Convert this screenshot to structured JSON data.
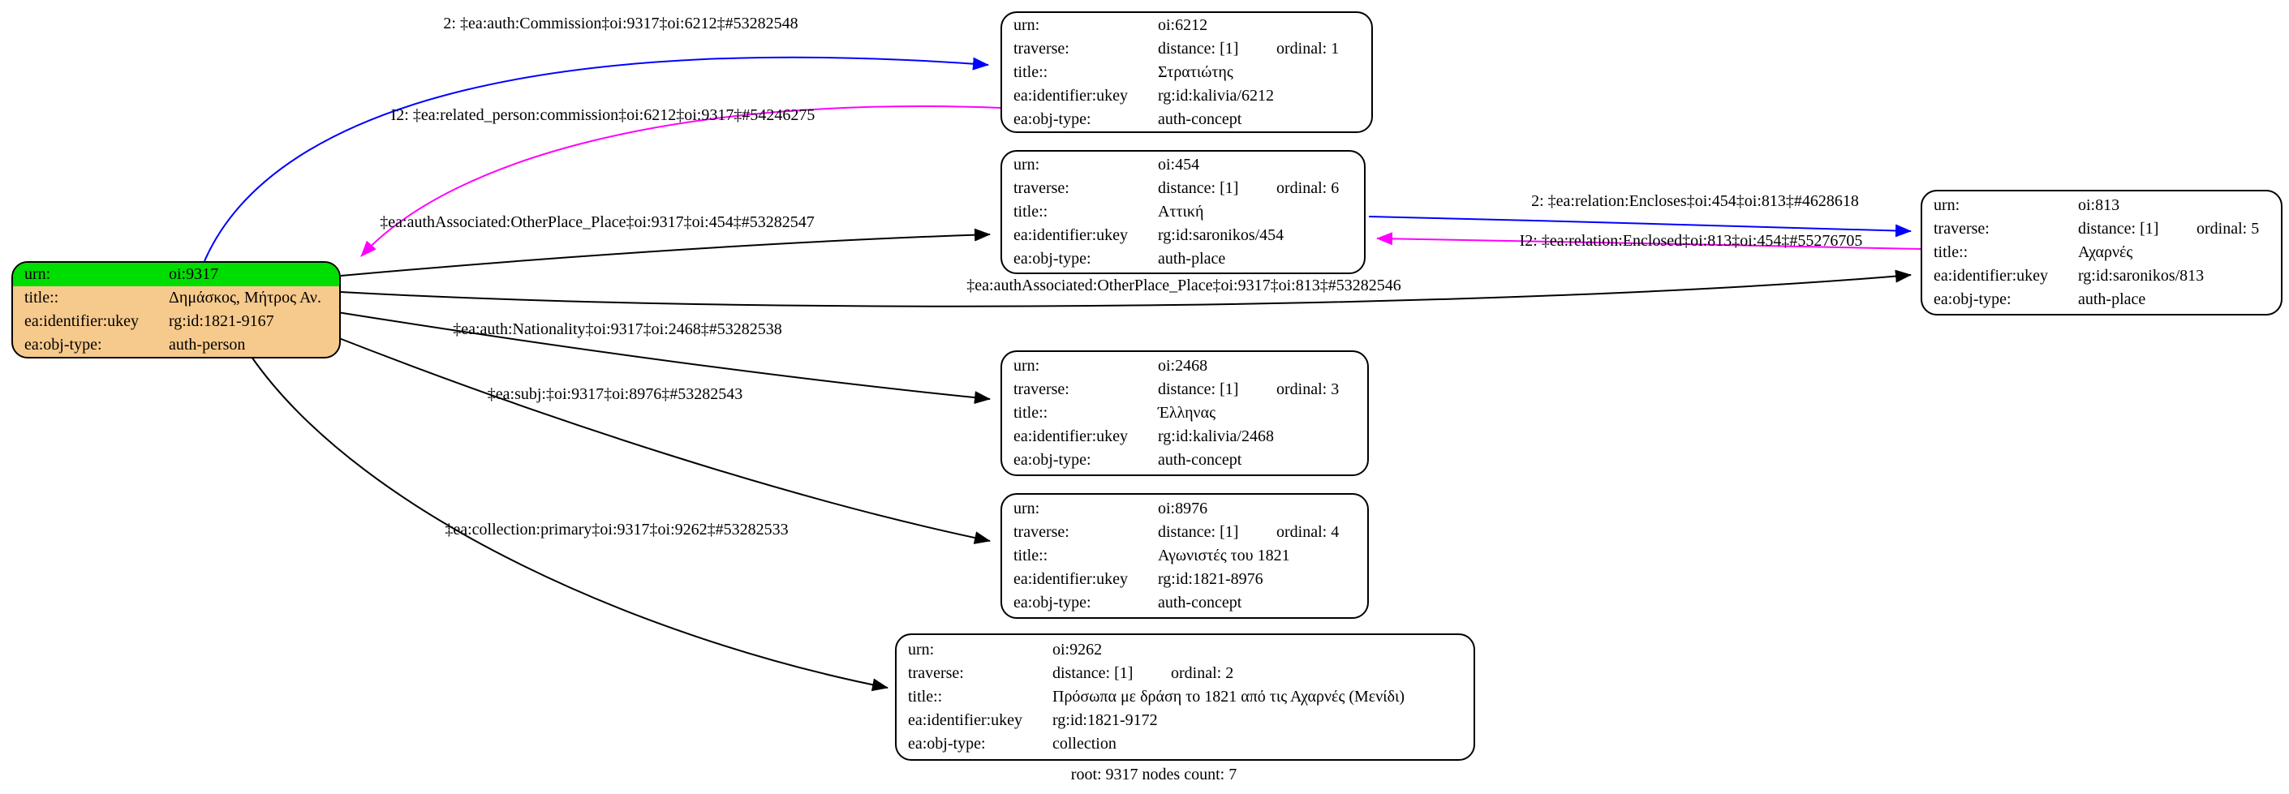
{
  "footer": "root: 9317 nodes count: 7",
  "colors": {
    "edge_forward": "#0000ff",
    "edge_inverse": "#ff00ff",
    "edge_plain": "#000000",
    "root_node_fill": "#f6ca8c",
    "root_urn_highlight": "#00dd00",
    "node_fill": "#ffffff",
    "node_border": "#000000"
  },
  "labels": {
    "urn": "urn:",
    "traverse": "traverse:",
    "title": "title::",
    "identifier": "ea:identifier:ukey",
    "objtype": "ea:obj-type:"
  },
  "root": {
    "urn": "oi:9317",
    "title": "Δημάσκος, Μήτρος Αν.",
    "identifier": "rg:id:1821-9167",
    "objtype": "auth-person"
  },
  "nodes": [
    {
      "urn": "oi:6212",
      "distance": "distance: [1]",
      "ordinal": "ordinal: 1",
      "title": "Στρατιώτης",
      "identifier": "rg:id:kalivia/6212",
      "objtype": "auth-concept"
    },
    {
      "urn": "oi:454",
      "distance": "distance: [1]",
      "ordinal": "ordinal: 6",
      "title": "Αττική",
      "identifier": "rg:id:saronikos/454",
      "objtype": "auth-place"
    },
    {
      "urn": "oi:813",
      "distance": "distance: [1]",
      "ordinal": "ordinal: 5",
      "title": "Αχαρνές",
      "identifier": "rg:id:saronikos/813",
      "objtype": "auth-place"
    },
    {
      "urn": "oi:2468",
      "distance": "distance: [1]",
      "ordinal": "ordinal: 3",
      "title": "Έλληνας",
      "identifier": "rg:id:kalivia/2468",
      "objtype": "auth-concept"
    },
    {
      "urn": "oi:8976",
      "distance": "distance: [1]",
      "ordinal": "ordinal: 4",
      "title": "Αγωνιστές του 1821",
      "identifier": "rg:id:1821-8976",
      "objtype": "auth-concept"
    },
    {
      "urn": "oi:9262",
      "distance": "distance: [1]",
      "ordinal": "ordinal: 2",
      "title": "Πρόσωπα με δράση το 1821 από τις Αχαρνές (Μενίδι)",
      "identifier": "rg:id:1821-9172",
      "objtype": "collection"
    }
  ],
  "edges": [
    {
      "from": "oi:9317",
      "to": "oi:6212",
      "color": "#0000ff",
      "label": "2: ‡ea:auth:Commission‡oi:9317‡oi:6212‡#53282548"
    },
    {
      "from": "oi:6212",
      "to": "oi:9317",
      "color": "#ff00ff",
      "label": "I2: ‡ea:related_person:commission‡oi:6212‡oi:9317‡#54246275"
    },
    {
      "from": "oi:9317",
      "to": "oi:454",
      "color": "#000000",
      "label": "‡ea:authAssociated:OtherPlace_Place‡oi:9317‡oi:454‡#53282547"
    },
    {
      "from": "oi:454",
      "to": "oi:813",
      "color": "#0000ff",
      "label": "2: ‡ea:relation:Encloses‡oi:454‡oi:813‡#4628618"
    },
    {
      "from": "oi:813",
      "to": "oi:454",
      "color": "#ff00ff",
      "label": "I2: ‡ea:relation:Enclosed‡oi:813‡oi:454‡#55276705"
    },
    {
      "from": "oi:9317",
      "to": "oi:813",
      "color": "#000000",
      "label": "‡ea:authAssociated:OtherPlace_Place‡oi:9317‡oi:813‡#53282546"
    },
    {
      "from": "oi:9317",
      "to": "oi:2468",
      "color": "#000000",
      "label": "‡ea:auth:Nationality‡oi:9317‡oi:2468‡#53282538"
    },
    {
      "from": "oi:9317",
      "to": "oi:8976",
      "color": "#000000",
      "label": "‡ea:subj:‡oi:9317‡oi:8976‡#53282543"
    },
    {
      "from": "oi:9317",
      "to": "oi:9262",
      "color": "#000000",
      "label": "‡ea:collection:primary‡oi:9317‡oi:9262‡#53282533"
    }
  ]
}
